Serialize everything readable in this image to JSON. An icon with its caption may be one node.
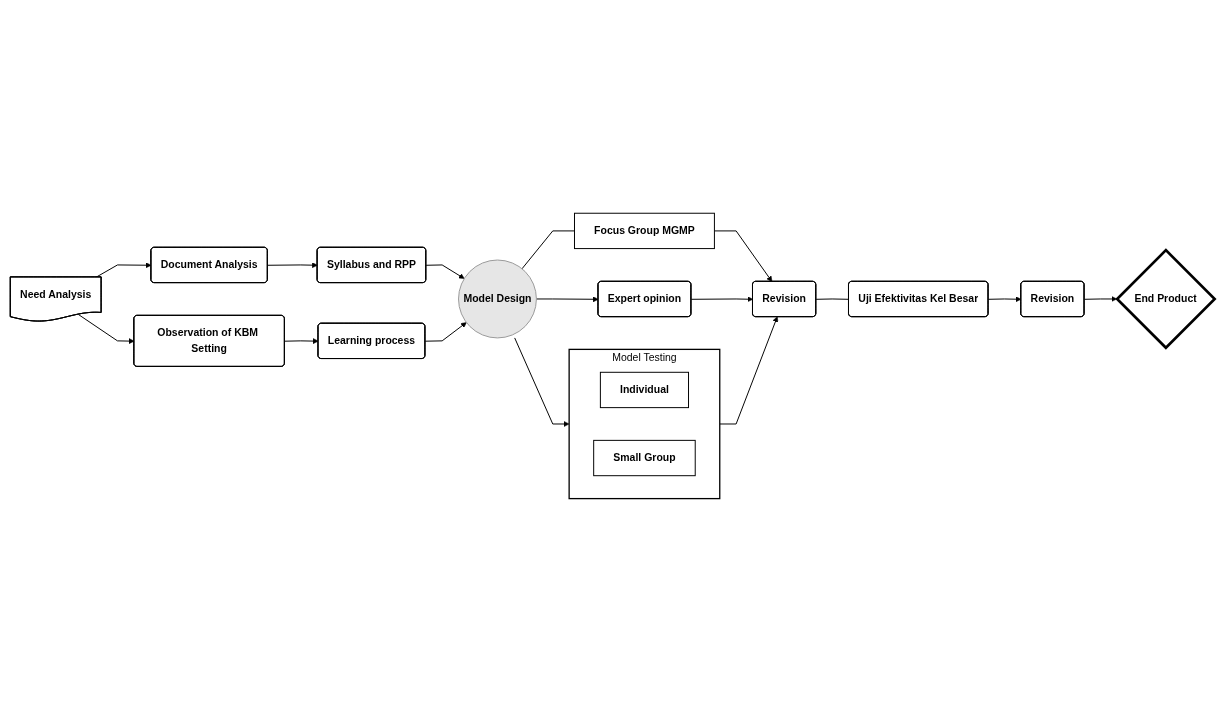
{
  "diagram": {
    "nodes": [
      {
        "text": [
          "Document Analysis"
        ]
      },
      {
        "text": [
          "Syllabus and RPP"
        ]
      },
      {
        "text": [
          "Model Testing"
        ]
      },
      {
        "text": [
          "Individual"
        ],
        "in": 2
      },
      {
        "text": [
          "Small Group"
        ],
        "in": 2
      },
      {
        "text": [
          "Revision"
        ]
      },
      {
        "text": [
          "Need Analysis"
        ]
      },
      {
        "text": [
          "Model Design"
        ]
      },
      {
        "text": [
          "Focus Group MGMP"
        ]
      },
      {
        "text": [
          "Uji Efektivitas Kel Besar"
        ]
      },
      {
        "text": [
          "Revision"
        ]
      },
      {
        "text": [
          "Observation of KBM Setting"
        ]
      },
      {
        "text": [
          "Learning process"
        ]
      },
      {
        "text": [
          "Expert opinion"
        ]
      },
      {
        "text": [
          "End Product"
        ]
      }
    ],
    "edges": [
      {
        "from": 6,
        "to": 0,
        "arrow": "to"
      },
      {
        "from": 0,
        "to": 1,
        "arrow": "to"
      },
      {
        "from": 1,
        "to": 7,
        "arrow": "to"
      },
      {
        "from": 6,
        "to": 11,
        "arrow": "to"
      },
      {
        "from": 11,
        "to": 12,
        "arrow": "to"
      },
      {
        "from": 12,
        "to": 7,
        "arrow": "to"
      },
      {
        "from": 7,
        "to": 2,
        "arrow": "to"
      },
      {
        "from": 7,
        "to": 8,
        "arrow": "none"
      },
      {
        "from": 7,
        "to": 13,
        "arrow": "to"
      },
      {
        "from": 2,
        "to": 5,
        "arrow": "to"
      },
      {
        "from": 8,
        "to": 5,
        "arrow": "to"
      },
      {
        "from": 13,
        "to": 5,
        "arrow": "to"
      },
      {
        "from": 5,
        "to": 9,
        "arrow": "none"
      },
      {
        "from": 9,
        "to": 10,
        "arrow": "to"
      },
      {
        "from": 10,
        "to": 14,
        "arrow": "to"
      }
    ]
  }
}
